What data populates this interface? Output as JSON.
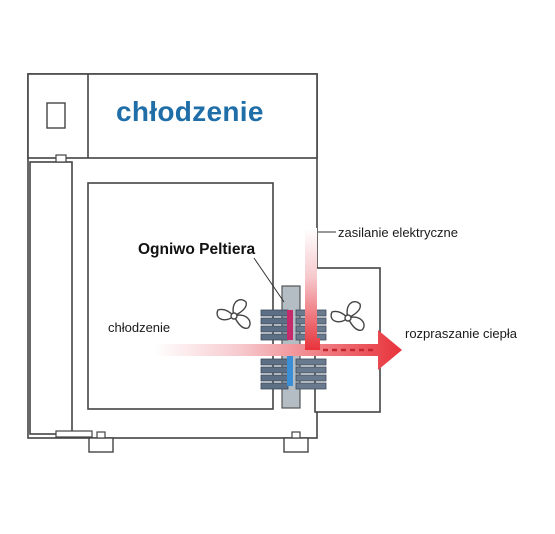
{
  "title": "chłodzenie",
  "labels": {
    "peltier": "Ogniwo Peltiera",
    "power": "zasilanie elektryczne",
    "cooling": "chłodzenie",
    "heat": "rozpraszanie ciepła"
  },
  "colors": {
    "title": "#1f6ea8",
    "outline": "#444444",
    "heat_arrow": "#e8323a",
    "cold_side": "#3a8fd6",
    "hot_side": "#c62a6b",
    "fin": "#5d6f85"
  }
}
